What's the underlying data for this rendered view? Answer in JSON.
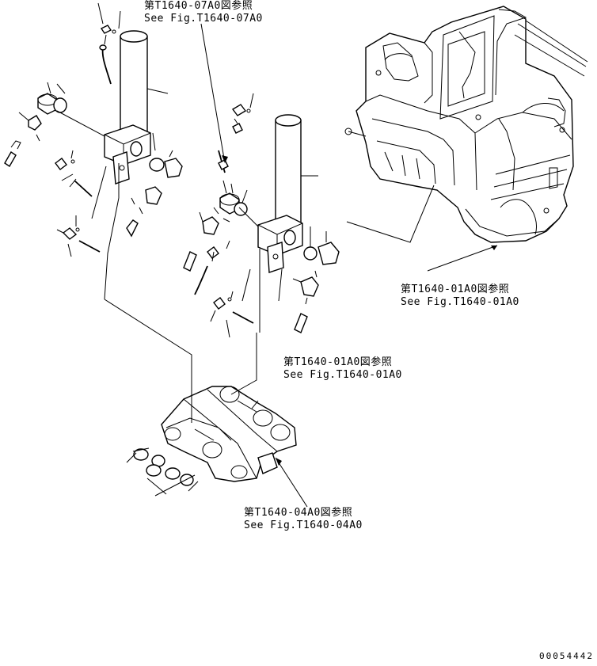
{
  "references": [
    {
      "jp": "第T1640-07A0図参照",
      "en": "See Fig.T1640-07A0"
    },
    {
      "jp": "第T1640-01A0図参照",
      "en": "See Fig.T1640-01A0"
    },
    {
      "jp": "第T1640-01A0図参照",
      "en": "See Fig.T1640-01A0"
    },
    {
      "jp": "第T1640-04A0図参照",
      "en": "See Fig.T1640-04A0"
    }
  ],
  "document_id": "00054442"
}
